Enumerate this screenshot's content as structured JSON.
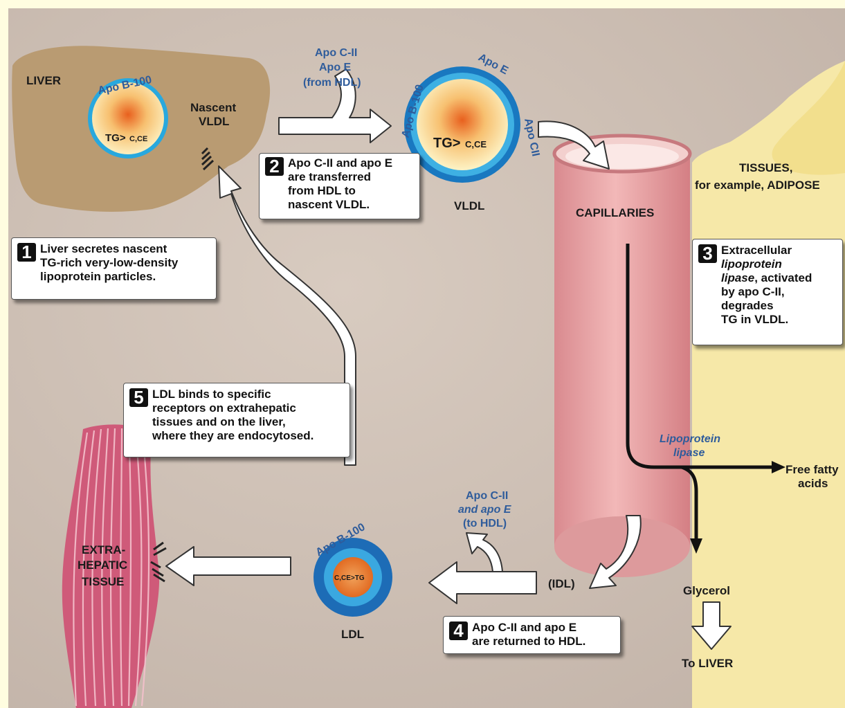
{
  "colors": {
    "page_border": "#fffde0",
    "background": "#cdbfb4",
    "liver": "#b99a70",
    "tissue": "#f5e7a6",
    "capillary": "#e6a1a3",
    "muscle": "#cf5a79",
    "apo_blue": "#2b9ed3",
    "label_blue": "#2f5c9b"
  },
  "labels": {
    "liver": "LIVER",
    "apo_b100_liver": "Apo B-100",
    "nascent": "Nascent",
    "vldl_top": "VLDL",
    "tg_liver_main": "TG>",
    "tg_liver_sub": "C,CE",
    "apo_cii_transfer": "Apo C-II",
    "apo_e_transfer": "Apo E",
    "from_hdl": "(from HDL)",
    "apo_b100_vldl": "Apo B-100",
    "apo_e_vldl": "Apo E",
    "apo_cii_vldl": "Apo CII",
    "tg_vldl_main": "TG>",
    "tg_vldl_sub": "C,CE",
    "vldl_label": "VLDL",
    "capillaries": "CAPILLARIES",
    "tissues": "TISSUES,",
    "tissues_example": "for example, ADIPOSE",
    "lipoprotein": "Lipoprotein",
    "lipase": "lipase",
    "free_fatty": "Free fatty",
    "acids": "acids",
    "glycerol": "Glycerol",
    "to_liver": "To LIVER",
    "idl": "(IDL)",
    "apo_cii_return": "Apo C-II",
    "and_apo_e": "and apo E",
    "to_hdl": "(to HDL)",
    "apo_b100_ldl": "Apo B-100",
    "ldl_core": "C,CE>TG",
    "ldl_label": "LDL",
    "extra": "EXTRA-",
    "hepatic": "HEPATIC",
    "tissue_label": "TISSUE"
  },
  "steps": [
    {
      "number": "1",
      "text": "Liver secretes nascent\nTG-rich very-low-density\nlipoprotein particles."
    },
    {
      "number": "2",
      "text": "Apo C-II and apo E\nare transferred\nfrom HDL to\nnascent VLDL."
    },
    {
      "number": "3",
      "line1": "Extracellular",
      "line2": "lipoprotein",
      "line3": "lipase",
      "line3b": ", activated",
      "line4": "by apo C-II,",
      "line5": "degrades",
      "line6": "TG in VLDL."
    },
    {
      "number": "4",
      "text": "Apo C-II and apo E\nare returned to HDL."
    },
    {
      "number": "5",
      "text": "LDL binds to specific\nreceptors on extrahepatic\ntissues and on the liver,\nwhere they are endocytosed."
    }
  ]
}
